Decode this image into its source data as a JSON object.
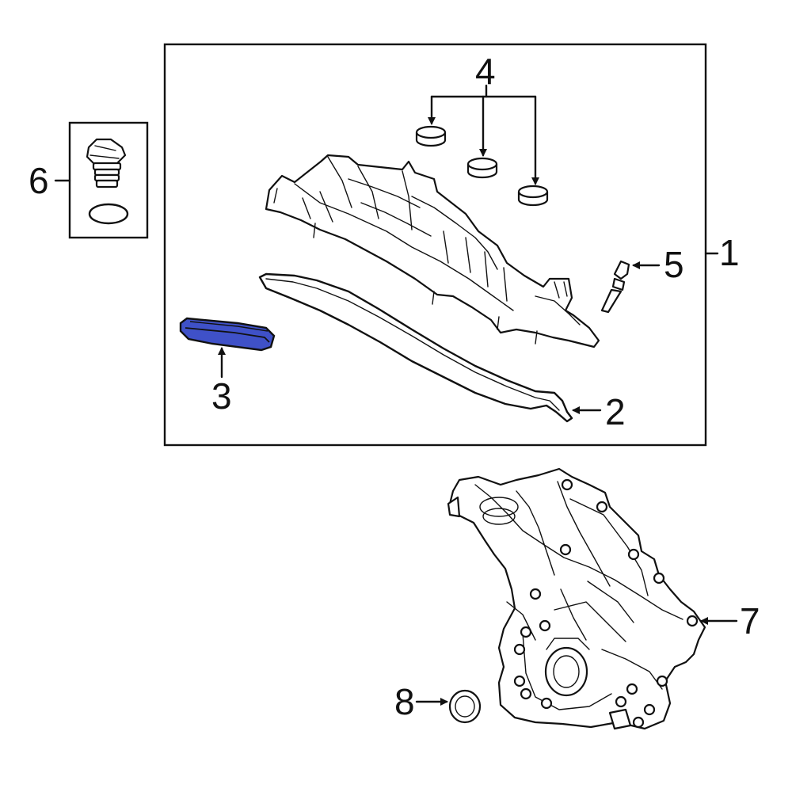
{
  "callouts": {
    "c1": "1",
    "c2": "2",
    "c3": "3",
    "c4": "4",
    "c5": "5",
    "c6": "6",
    "c7": "7",
    "c8": "8"
  },
  "colors": {
    "highlight": "#3f51c8",
    "line": "#111111",
    "background": "#ffffff"
  },
  "highlighted_part": "3"
}
